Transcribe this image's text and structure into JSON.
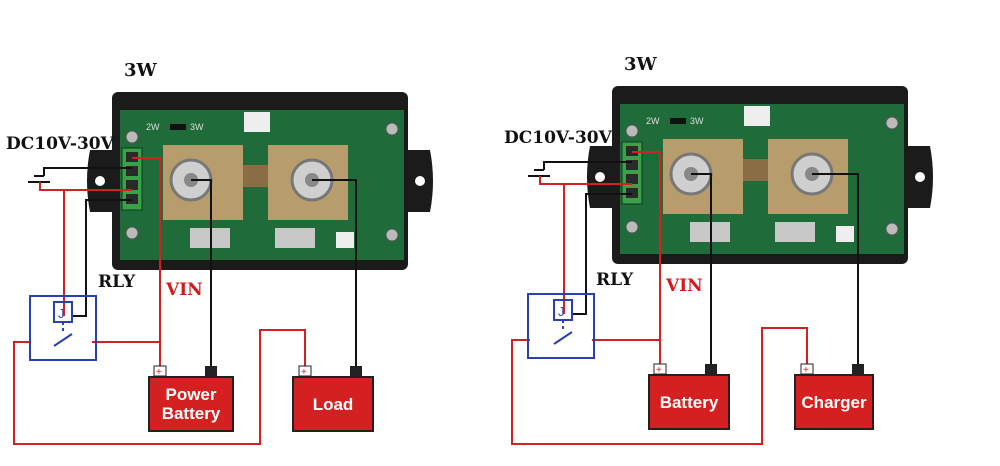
{
  "panels": [
    {
      "power_label": "3W",
      "supply_label": "DC10V-30V",
      "relay_label": "RLY",
      "vin_label": "VIN",
      "left_box_label": "Power\nBattery",
      "right_box_label": "Load",
      "board_text": {
        "jumper": "2W",
        "jumper2": "3W"
      }
    },
    {
      "power_label": "3W",
      "supply_label": "DC10V-30V",
      "relay_label": "RLY",
      "vin_label": "VIN",
      "left_box_label": "Battery",
      "right_box_label": "Charger",
      "board_text": {
        "jumper": "2W",
        "jumper2": "3W"
      }
    }
  ],
  "colors": {
    "wire_red": "#d42020",
    "wire_black": "#111111",
    "relay_blue": "#2a3fb0",
    "board_green": "#1f6b3a",
    "case_black": "#1b1b1b",
    "box_red": "#d42020"
  }
}
